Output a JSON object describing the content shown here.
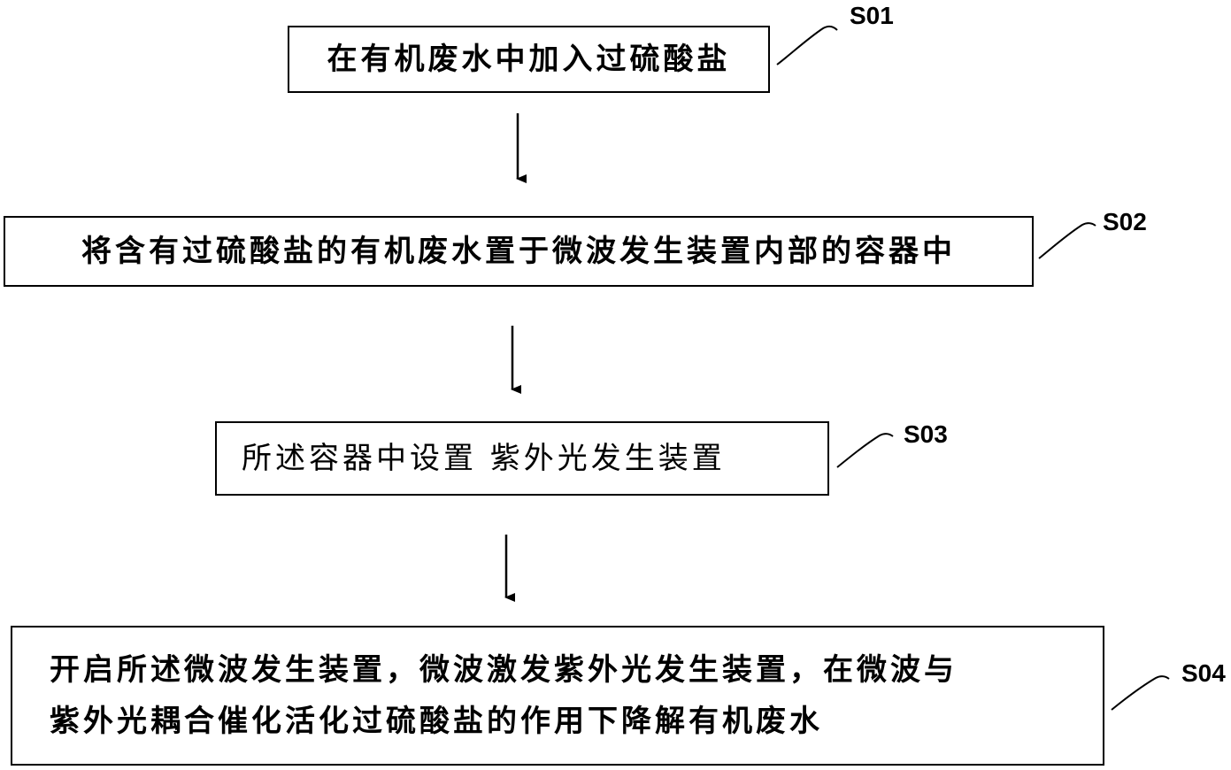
{
  "steps": [
    {
      "id": "S01",
      "text": "在有机废水中加入过硫酸盐"
    },
    {
      "id": "S02",
      "text": "将含有过硫酸盐的有机废水置于微波发生装置内部的容器中"
    },
    {
      "id": "S03",
      "text": "所述容器中设置 紫外光发生装置"
    },
    {
      "id": "S04",
      "text": "开启所述微波发生装置，微波激发紫外光发生装置，在微波与\n紫外光耦合催化活化过硫酸盐的作用下降解有机废水"
    }
  ]
}
